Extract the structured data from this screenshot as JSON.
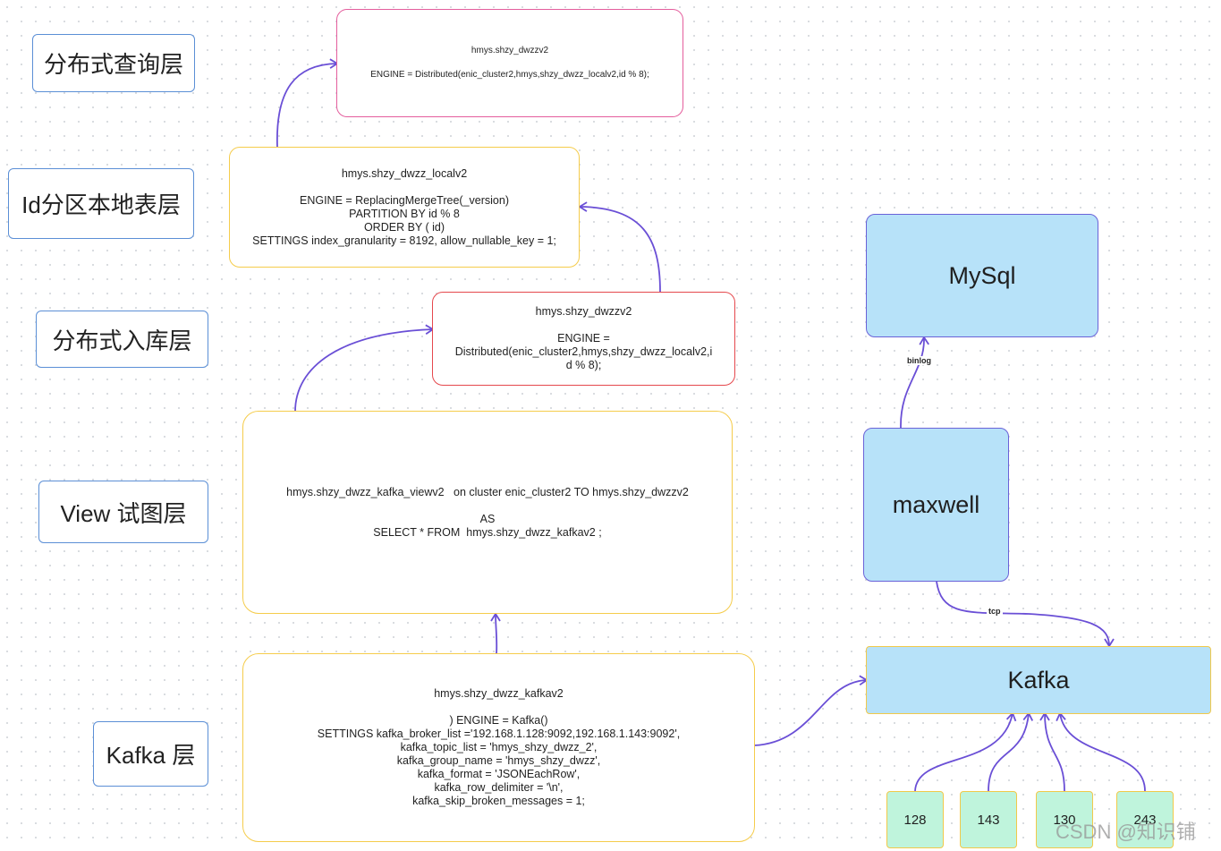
{
  "layers": {
    "query": "分布式查询层",
    "local": "Id分区本地表层",
    "insert": "分布式入库层",
    "view": "View 试图层",
    "kafka": "Kafka 层"
  },
  "boxes": {
    "query_dist": {
      "title": "hmys.shzy_dwzzv2",
      "lines": [
        "ENGINE = Distributed(enic_cluster2,hmys,shzy_dwzz_localv2,id % 8);"
      ]
    },
    "local_table": {
      "title": "hmys.shzy_dwzz_localv2",
      "lines": [
        "ENGINE = ReplacingMergeTree(_version)",
        "PARTITION BY id % 8",
        "ORDER BY ( id)",
        "SETTINGS index_granularity = 8192, allow_nullable_key = 1;"
      ]
    },
    "insert_dist": {
      "title": "hmys.shzy_dwzzv2",
      "lines": [
        "ENGINE =",
        "Distributed(enic_cluster2,hmys,shzy_dwzz_localv2,i",
        "d % 8);"
      ]
    },
    "view": {
      "title": "hmys.shzy_dwzz_kafka_viewv2   on cluster enic_cluster2 TO hmys.shzy_dwzzv2",
      "lines": [
        "AS",
        "SELECT * FROM  hmys.shzy_dwzz_kafkav2 ;"
      ]
    },
    "kafka_table": {
      "title": "hmys.shzy_dwzz_kafkav2",
      "lines": [
        ") ENGINE = Kafka()",
        "SETTINGS kafka_broker_list ='192.168.1.128:9092,192.168.1.143:9092',",
        "kafka_topic_list = 'hmys_shzy_dwzz_2',",
        "kafka_group_name = 'hmys_shzy_dwzz',",
        "kafka_format = 'JSONEachRow',",
        "kafka_row_delimiter = '\\n',",
        "kafka_skip_broken_messages = 1;"
      ]
    }
  },
  "nodes": {
    "mysql": "MySql",
    "maxwell": "maxwell",
    "kafka": "Kafka",
    "ips": [
      "128",
      "143",
      "130",
      "243"
    ]
  },
  "edge_labels": {
    "binlog": "binlog",
    "tcp": "tcp"
  },
  "colors": {
    "arrow": "#6a4fd6",
    "node_fill": "#b7e2f9",
    "ip_fill": "#bff4dc",
    "label_border": "#5b8fd6",
    "pink_border": "#e45e9d",
    "yellow_border": "#f5cc4b",
    "red_border": "#e5484d"
  },
  "watermark": "CSDN @知识铺"
}
